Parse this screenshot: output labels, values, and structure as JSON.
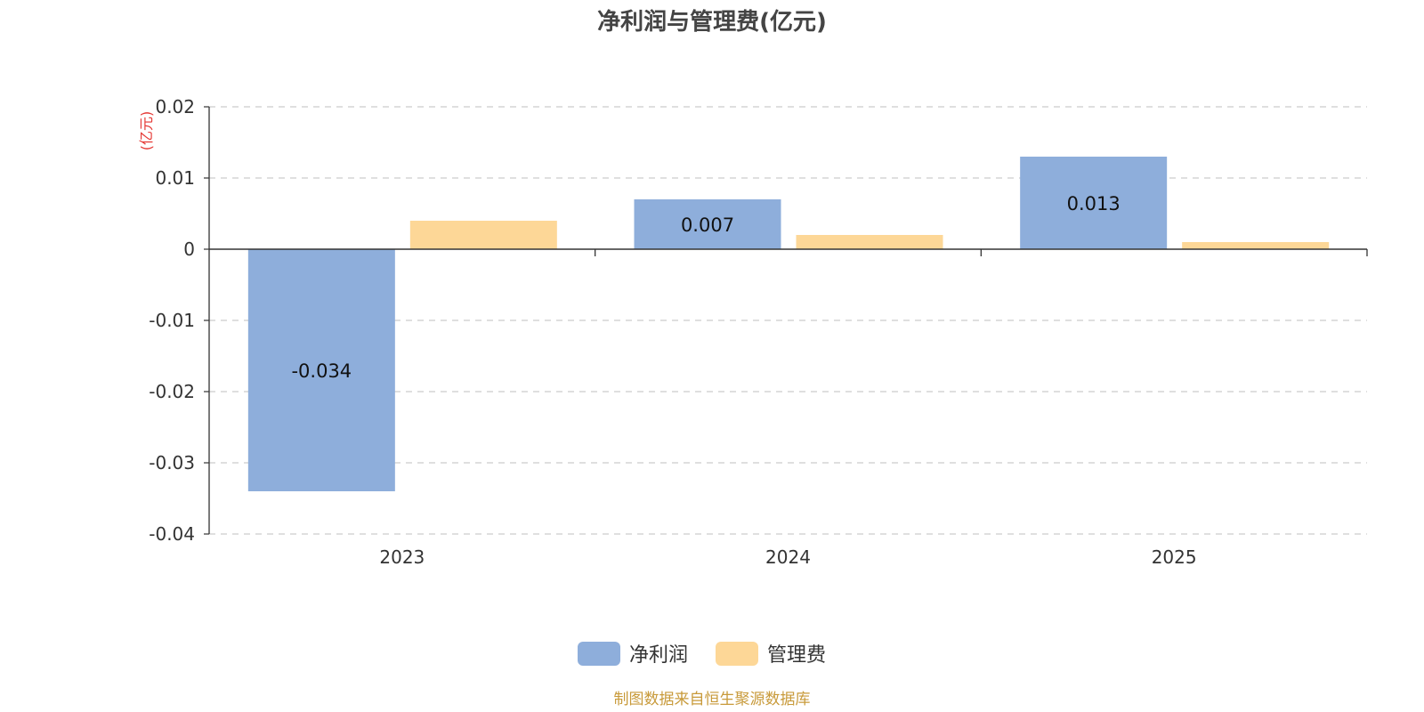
{
  "chart_data": {
    "type": "bar",
    "title": "净利润与管理费(亿元)",
    "y_unit": "(亿元)",
    "categories": [
      "2023",
      "2024",
      "2025"
    ],
    "series": [
      {
        "name": "净利润",
        "values": [
          -0.034,
          0.007,
          0.013
        ],
        "labels": [
          "-0.034",
          "0.007",
          "0.013"
        ],
        "color": "#8eaedb"
      },
      {
        "name": "管理费",
        "values": [
          0.004,
          0.002,
          0.001
        ],
        "color": "#fdd797"
      }
    ],
    "ylim": [
      -0.04,
      0.02
    ],
    "y_ticks": [
      0.02,
      0.01,
      0,
      -0.01,
      -0.02,
      -0.03,
      -0.04
    ],
    "y_tick_labels": [
      "0.02",
      "0.01",
      "0",
      "-0.01",
      "-0.02",
      "-0.03",
      "-0.04"
    ],
    "grid": true,
    "legend_position": "bottom-center",
    "source_text": "制图数据来自恒生聚源数据库"
  }
}
